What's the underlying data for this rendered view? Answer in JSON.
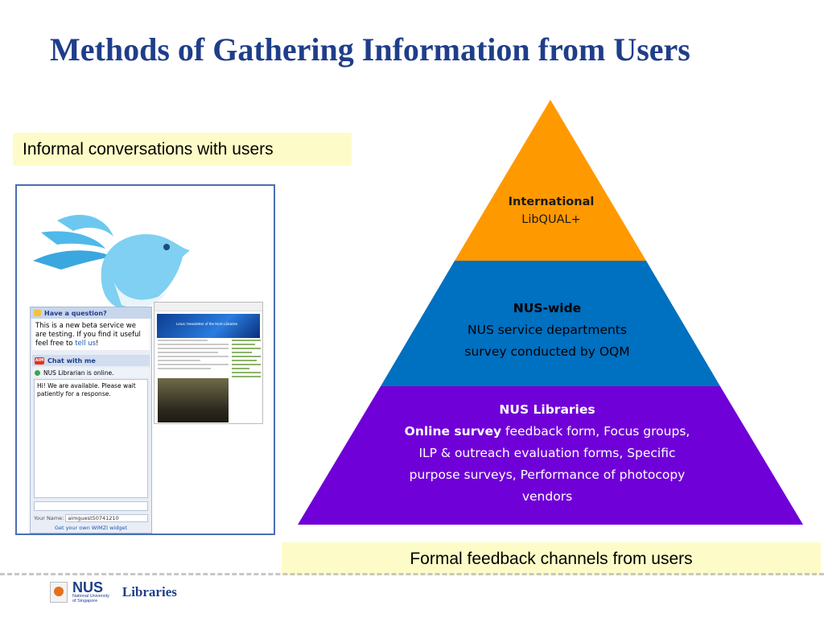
{
  "slide": {
    "title": "Methods of Gathering Information from Users",
    "informal_label": "Informal conversations with users",
    "formal_label": "Formal feedback channels from users"
  },
  "chat_widget": {
    "header": "Have a question?",
    "intro": "This is a new beta service we are testing. If you find it useful feel free to",
    "intro_link": "tell us",
    "intro_end": "!",
    "chat_title": "Chat with me",
    "status": "NUS Librarian is online.",
    "message": "Hi! We are available. Please wait patiently for a response.",
    "name_label": "Your Name:",
    "name_value": "aimguest50741210",
    "footer_link": "Get your own WIMZI widget"
  },
  "newsletter": {
    "banner_text": "Linus: Newsletter of the NUS Libraries"
  },
  "pyramid": {
    "top": {
      "heading": "International",
      "body": "LibQUAL+",
      "color": "#ff9900"
    },
    "middle": {
      "heading": "NUS-wide",
      "line1": "NUS service departments",
      "line2": "survey conducted by OQM",
      "color": "#0070c0"
    },
    "bottom": {
      "heading": "NUS Libraries",
      "bold_lead": "Online survey",
      "line1_rest": " feedback form, Focus groups,",
      "line2": "ILP & outreach evaluation forms, Specific",
      "line3": "purpose surveys, Performance of photocopy",
      "line4": "vendors",
      "color": "#7000d8"
    }
  },
  "footer": {
    "logo_name": "NUS",
    "logo_sub1": "National University",
    "logo_sub2": "of Singapore",
    "unit": "Libraries"
  }
}
